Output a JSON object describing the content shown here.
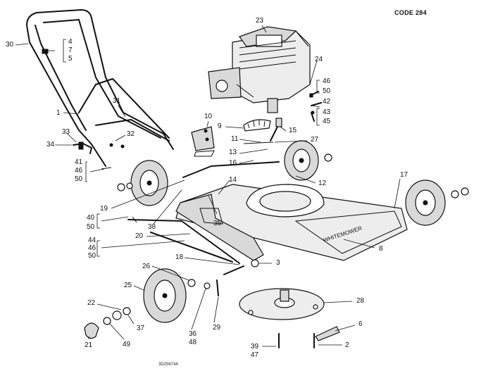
{
  "header": {
    "code": "CODE 284"
  },
  "footer": {
    "drawing_number": "3D256744"
  },
  "labels": {
    "l30": "30",
    "l4": "4",
    "l7": "7",
    "l5": "5",
    "l1": "1",
    "l31": "31",
    "l33": "33",
    "l32": "32",
    "l34": "34",
    "l41": "41",
    "l46a": "46",
    "l50a": "50",
    "l23": "23",
    "l24": "24",
    "l46b": "46",
    "l50b": "50",
    "l42": "42",
    "l43": "43",
    "l45": "45",
    "l10": "10",
    "l9": "9",
    "l15": "15",
    "l11": "11",
    "l27": "27",
    "l13": "13",
    "l16": "16",
    "l12": "12",
    "l14": "14",
    "l17": "17",
    "l19": "19",
    "l38": "38",
    "l35": "35",
    "l40": "40",
    "l50c": "50",
    "l20": "20",
    "l44": "44",
    "l46c": "46",
    "l50d": "50",
    "l8": "8",
    "l18": "18",
    "l3": "3",
    "l26": "26",
    "l25": "25",
    "l28": "28",
    "l22": "22",
    "l37": "37",
    "l36": "36",
    "l48": "48",
    "l29": "29",
    "l6": "6",
    "l21": "21",
    "l49": "49",
    "l39": "39",
    "l47": "47",
    "l2": "2"
  },
  "deck_text": "WHITEMOWER"
}
